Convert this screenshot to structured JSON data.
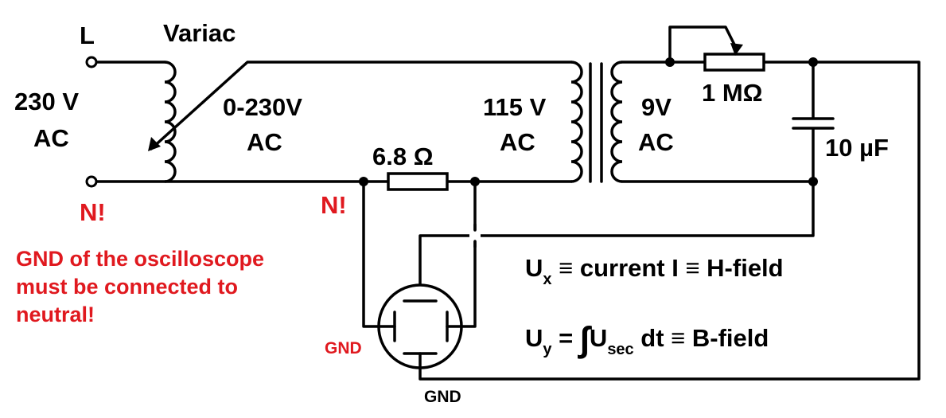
{
  "labels": {
    "line": "L",
    "variac": "Variac",
    "mains_voltage": "230 V",
    "mains_type": "AC",
    "variac_range": "0-230V",
    "variac_type": "AC",
    "primary_voltage": "115 V",
    "primary_type": "AC",
    "secondary_voltage": "9V",
    "secondary_type": "AC",
    "pot_value": "1 MΩ",
    "cap_value": "10 µF",
    "shunt_value": "6.8 Ω",
    "neutral_left": "N!",
    "neutral_mid": "N!",
    "gnd_left": "GND",
    "gnd_bottom": "GND"
  },
  "warning": {
    "line1": "GND of the oscilloscope",
    "line2": "must be connected to",
    "line3": "neutral!"
  },
  "equations": {
    "ux_main": "U",
    "ux_sub": "x",
    "ux_rest": " ≡ current I ≡  H-field",
    "uy_main": "U",
    "uy_sub": "y",
    "uy_eq": " = ",
    "uy_integral": "∫",
    "uy_usec": "U",
    "uy_usec_sub": "sec",
    "uy_rest": " dt ≡  B-field"
  },
  "colors": {
    "ink": "#000000",
    "warning": "#e0191f",
    "background": "#ffffff"
  }
}
